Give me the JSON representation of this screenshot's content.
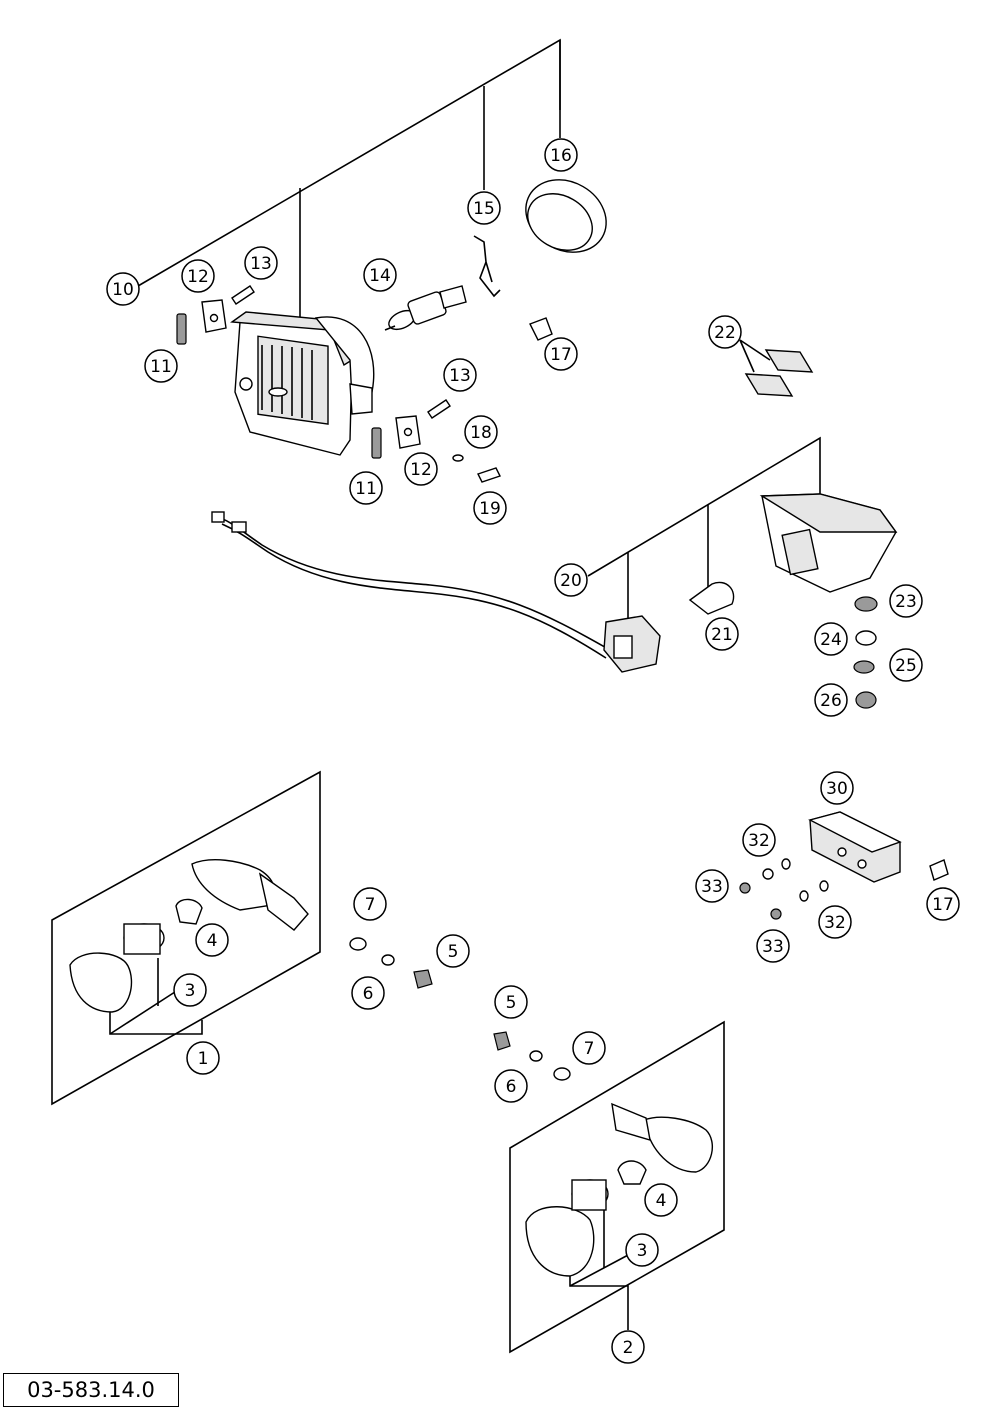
{
  "document_code": "03-583.14.0",
  "callouts": [
    "1",
    "2",
    "3",
    "3",
    "4",
    "4",
    "5",
    "5",
    "6",
    "6",
    "7",
    "7",
    "10",
    "11",
    "11",
    "12",
    "12",
    "13",
    "13",
    "14",
    "15",
    "16",
    "17",
    "17",
    "18",
    "19",
    "20",
    "21",
    "22",
    "23",
    "24",
    "25",
    "26",
    "30",
    "32",
    "32",
    "33",
    "33"
  ]
}
